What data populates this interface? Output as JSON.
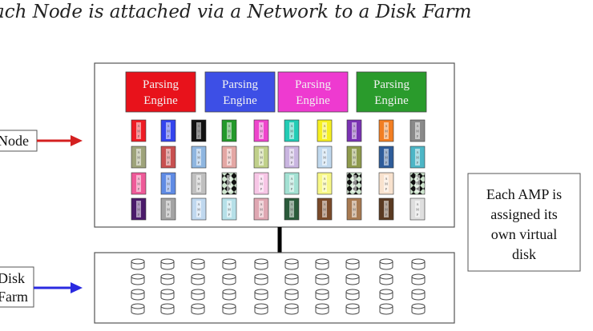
{
  "heading": "ach Node is attached via a Network to a Disk Farm",
  "node_label": "Node",
  "disk_label": [
    "Disk",
    "Farm"
  ],
  "note_lines": [
    "Each AMP is",
    "assigned its",
    "own virtual",
    "disk"
  ],
  "parsing_engines": [
    {
      "lines": [
        "Parsing",
        "Engine"
      ],
      "color": "#e8121b"
    },
    {
      "lines": [
        "Parsing",
        "Engine"
      ],
      "color": "#3d4fe6"
    },
    {
      "lines": [
        "Parsing",
        "Engine"
      ],
      "color": "#ee3ad0"
    },
    {
      "lines": [
        "Parsing",
        "Engine"
      ],
      "color": "#2a9b2c"
    }
  ],
  "amp_label": [
    "A",
    "M",
    "P"
  ],
  "amp_colors": [
    [
      "#ee1c24",
      "#3344ee",
      "#111111",
      "#23992a",
      "#ee44cc",
      "#22ccb5",
      "#f6f022",
      "#7a32b3",
      "#f27e22",
      "#8a8a8a"
    ],
    [
      "#9ea37a",
      "#c85050",
      "#8fb6e0",
      "#e4a7a4",
      "#c0d08a",
      "#c9b5e0",
      "#c1d9ee",
      "#8e9a4d",
      "#2e5c9a",
      "#4db6c6"
    ],
    [
      "#ee5a98",
      "#5f8be4",
      "#c0c0c0",
      "#pattern",
      "#f7c6e6",
      "#a3e1d3",
      "#f8f888",
      "#pattern",
      "#f8e2ce",
      "#pattern"
    ],
    [
      "#4a1a6a",
      "#a4a4a4",
      "#c0d8ef",
      "#b6e0e8",
      "#dfa7b2",
      "#2a5a3a",
      "#7a4a2a",
      "#a87a52",
      "#5a3a22",
      "#dedede"
    ]
  ],
  "disk_cols": 10,
  "disk_rows": 4,
  "colors": {
    "arrow_red": "#d42020",
    "arrow_blue": "#2a2ae0",
    "network": "#000000"
  }
}
